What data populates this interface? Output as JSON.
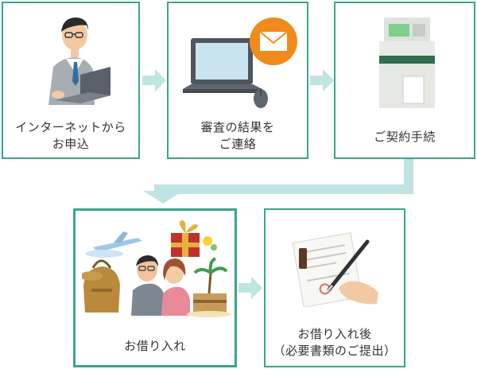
{
  "colors": {
    "border": "#3aa58b",
    "arrow": "#bfe4e2",
    "text": "#333333",
    "accent_orange": "#f08a1d"
  },
  "steps": [
    {
      "line1": "インターネットから",
      "line2": "お申込",
      "icon": "man-with-laptop-icon"
    },
    {
      "line1": "審査の結果を",
      "line2": "ご連絡",
      "icon": "laptop-mail-icon"
    },
    {
      "line1": "ご契約手続",
      "line2": "",
      "icon": "atm-machine-icon"
    },
    {
      "line1": "お借り入れ",
      "line2": "",
      "icon": "travel-gifts-couple-icon"
    },
    {
      "line1": "お借り入れ後",
      "line2": "（必要書類のご提出）",
      "icon": "document-signing-icon"
    }
  ]
}
